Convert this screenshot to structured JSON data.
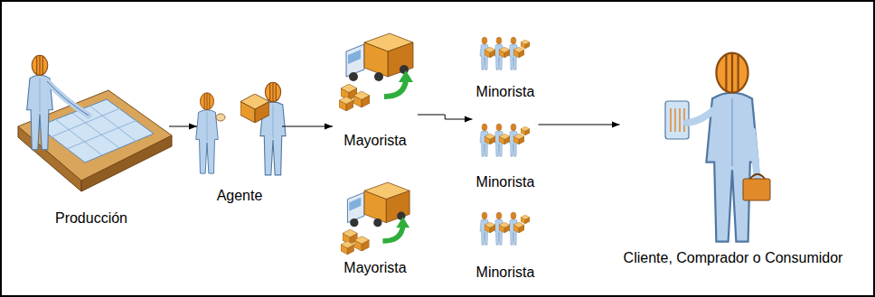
{
  "diagram": {
    "nodes": [
      {
        "text": [
          "Producción"
        ]
      },
      {
        "text": [
          "Agente"
        ]
      },
      {
        "text": [
          "Mayorista"
        ]
      },
      {
        "text": [
          "Mayorista"
        ]
      },
      {
        "text": [
          "Minorista"
        ]
      },
      {
        "text": [
          "Minorista"
        ]
      },
      {
        "text": [
          "Minorista"
        ]
      },
      {
        "text": [
          "Cliente, Comprador o Consumidor"
        ]
      }
    ],
    "edges": [
      {
        "from": 0,
        "to": 1,
        "arrow": "to"
      },
      {
        "from": 1,
        "to": 2,
        "arrow": "to"
      },
      {
        "from": 2,
        "to": 5,
        "arrow": "to"
      },
      {
        "from": 5,
        "to": 7,
        "arrow": "to"
      }
    ]
  }
}
